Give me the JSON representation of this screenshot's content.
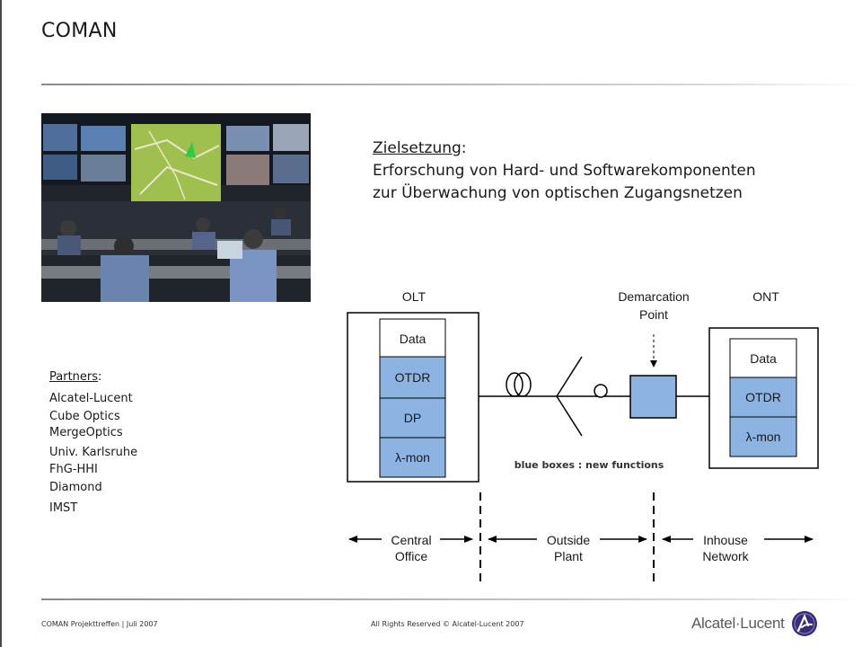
{
  "slide": {
    "title": "COMAN"
  },
  "goal": {
    "heading": "Zielsetzung",
    "colon": ":",
    "line1": "Erforschung von Hard- und Softwarekomponenten",
    "line2": "zur Überwachung von optischen Zugangsnetzen"
  },
  "partners": {
    "heading": "Partners",
    "colon": ":",
    "items": [
      "Alcatel-Lucent",
      "Cube Optics",
      "MergeOptics",
      "Univ. Karlsruhe",
      "FhG-HHI",
      "Diamond",
      "IMST"
    ]
  },
  "diagram": {
    "olt": {
      "label": "OLT",
      "blocks": [
        "Data",
        "OTDR",
        "DP",
        "λ-mon"
      ]
    },
    "ont": {
      "label": "ONT",
      "blocks": [
        "Data",
        "OTDR",
        "λ-mon"
      ]
    },
    "demarcation": {
      "line1": "Demarcation",
      "line2": "Point"
    },
    "note": "blue boxes : new functions",
    "zones": [
      {
        "line1": "Central",
        "line2": "Office"
      },
      {
        "line1": "Outside",
        "line2": "Plant"
      },
      {
        "line1": "Inhouse",
        "line2": "Network"
      }
    ],
    "colors": {
      "new_function": "#8db3e2",
      "outline": "#000000"
    }
  },
  "footer": {
    "left": "COMAN Projekttreffen | Juli 2007",
    "center": "All Rights Reserved © Alcatel-Lucent 2007",
    "brand": "Alcatel·Lucent"
  }
}
